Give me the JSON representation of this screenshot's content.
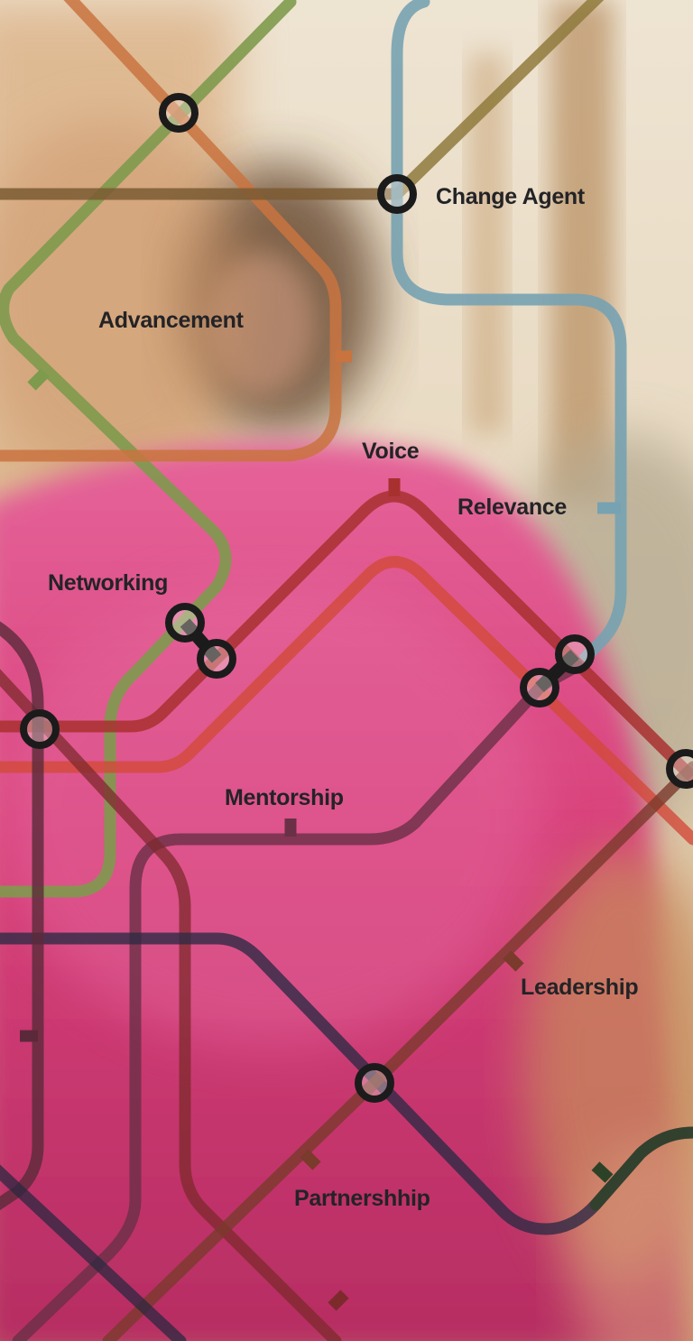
{
  "stations": {
    "change_agent": "Change Agent",
    "advancement": "Advancement",
    "voice": "Voice",
    "relevance": "Relevance",
    "networking": "Networking",
    "mentorship": "Mentorship",
    "leadership": "Leadership",
    "partnership": "Partnershhip"
  },
  "colors": {
    "background_wall": "#e9dcc6",
    "shirt_pink": "#d9427d",
    "line_green": "#7e9a4c",
    "line_orange": "#c9733f",
    "line_brown": "#7a5a33",
    "line_olive": "#8f7a3c",
    "line_teal": "#77a2b1",
    "line_red": "#a8302f",
    "line_coral": "#d24a3a",
    "line_plum": "#6a3046",
    "line_navy": "#2e2a45",
    "line_maroon": "#7d2a2c",
    "line_dark_green": "#2c4227",
    "station_ring": "#1b1b1b",
    "label_text": "#232326"
  }
}
